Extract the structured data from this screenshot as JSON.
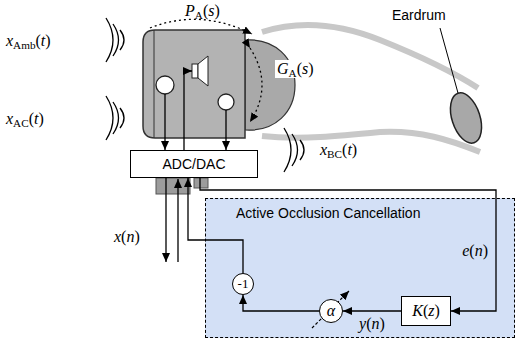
{
  "diagram": {
    "nodes": [
      {
        "text": [
          "ADC/DAC"
        ]
      },
      {
        "text": [
          "Active Occlusion Cancellation"
        ]
      },
      {
        "text": [
          "K(z)"
        ],
        "in": 1
      },
      {
        "text": [
          "α"
        ],
        "in": 1
      },
      {
        "text": [
          "-1"
        ],
        "in": 1
      }
    ],
    "edges": [
      {
        "from": 0,
        "to": 2,
        "label": "e(n)",
        "arrow": "to"
      },
      {
        "from": 2,
        "to": 3,
        "label": "y(n)",
        "arrow": "to"
      },
      {
        "from": 3,
        "to": 4,
        "arrow": "to"
      },
      {
        "from": 4,
        "to": 0,
        "arrow": "to"
      }
    ],
    "labels": [
      "PA(s)",
      "GA(s)",
      "xAmb(t)",
      "xAC(t)",
      "xBC(t)",
      "Eardrum",
      "x(n)"
    ]
  }
}
